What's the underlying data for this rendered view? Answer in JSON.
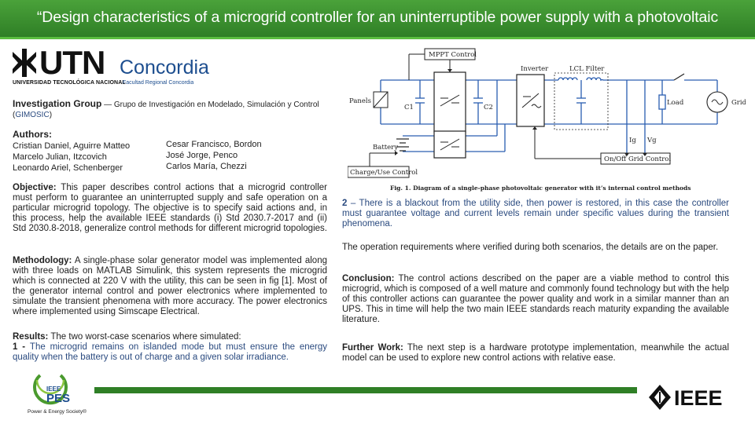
{
  "header": {
    "title": "“Design characteristics of a microgrid controller for an uninterruptible power supply with a photovoltaic generator”"
  },
  "logo": {
    "utn": "UTN",
    "city": "Concordia",
    "univ": "UNIVERSIDAD TECNOLÓGICA NACIONAL",
    "faculty": "Facultad Regional Concordia"
  },
  "investigation": {
    "label": "Investigation Group",
    "dash": " — ",
    "text1": "Grupo de Investigación en Modelado, Simulación y Control (",
    "acronym": "GIMOSIC",
    "text2": ")"
  },
  "authors": {
    "title": "Authors:",
    "col1": [
      "Cristian Daniel, Aguirre Matteo",
      "Marcelo Julian, Itzcovich",
      "Leonardo Ariel, Schenberger"
    ],
    "col2": [
      "Cesar Francisco, Bordon",
      "José Jorge, Penco",
      "Carlos María, Chezzi"
    ]
  },
  "objective": {
    "label": "Objective:",
    "text": " This paper describes control actions that a microgrid controller must perform to guarantee an uninterrupted supply and safe operation on a particular microgrid topology. The objective is to specify said actions and, in this process, help the available IEEE standards (i) Std 2030.7-2017 and (ii) Std 2030.8-2018, generalize control methods for different microgrid topologies."
  },
  "methodology": {
    "label": "Methodology:",
    "text": " A single-phase solar generator model was implemented along with three loads on MATLAB Simulink, this system represents the microgrid which is connected at 220 V with the utility, this can be seen in fig [1]. Most of the generator internal control and power electronics where implemented to simulate the transient phenomena with more accuracy. The power electronics where implemented using Simscape Electrical."
  },
  "results": {
    "label": "Results:",
    "text": " The two worst-case scenarios where simulated:",
    "item1_num": "1 - ",
    "item1": " The microgrid remains on islanded mode but must ensure the energy quality when the battery is out of charge and a given solar irradiance."
  },
  "scenario2": {
    "num": "2",
    "text": " – There is a blackout from the utility side, then power is restored, in this case the controller must guarantee voltage and current levels remain under specific values during the transient phenomena."
  },
  "operation": {
    "text": "The operation requirements where verified during both scenarios, the details are on the paper."
  },
  "conclusion": {
    "label": "Conclusion:",
    "text": " The control actions described on the paper are a viable method to control this microgrid, which is composed of a well mature and commonly found technology but with the help of this controller actions can guarantee the power quality and work in a similar manner than an UPS. This in time will help the two main IEEE standards reach maturity expanding the available  literature."
  },
  "further": {
    "label": "Further Work:",
    "text": " The next step is a hardware prototype implementation, meanwhile the actual model can be used to explore new control actions with relative ease."
  },
  "figure": {
    "mppt": "MPPT Control",
    "inverter": "Inverter",
    "lcl": "LCL Filter",
    "panels": "Panels",
    "c1": "C1",
    "c2": "C2",
    "load": "Load",
    "grid": "Grid",
    "battery": "Battery",
    "ig": "Ig",
    "vg": "Vg",
    "onoff": "On/Off Grid Control",
    "charge": "Charge/Use Control",
    "caption": "Fig. 1.    Diagram of a single-phase photovoltaic generator with it’s internal control methods"
  },
  "pes": {
    "ieee": "IEEE",
    "pes": "PES",
    "society": "Power & Energy Society®"
  },
  "ieee_logo": {
    "text": "IEEE"
  },
  "colors": {
    "header_green": "#2f7f26",
    "blue_text": "#2a4a7f",
    "utn_blue": "#1d4e8f",
    "circuit_blue": "#2a5db0"
  }
}
